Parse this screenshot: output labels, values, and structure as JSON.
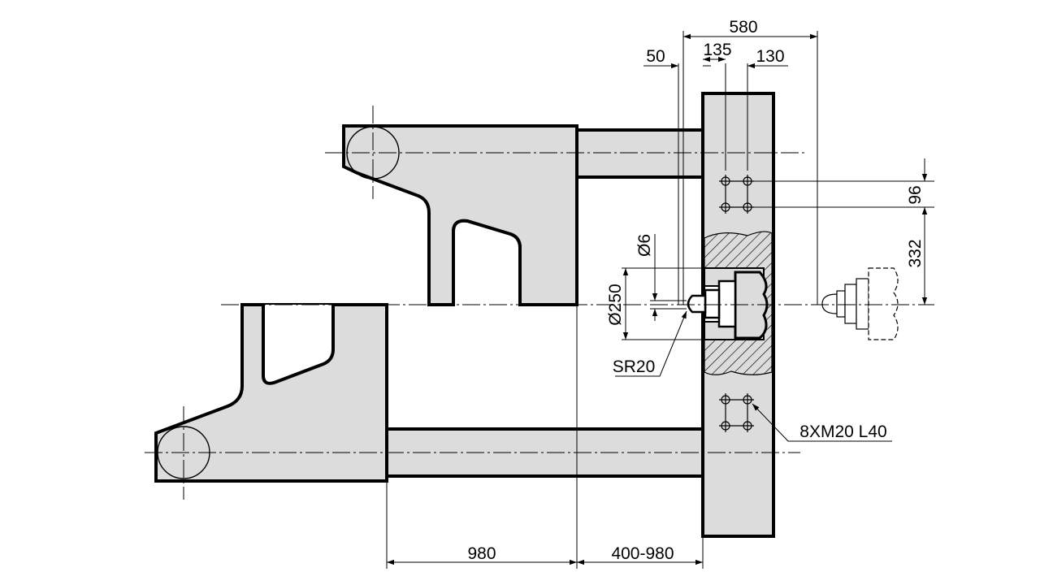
{
  "colors": {
    "part_fill": "#dcdcdc",
    "line": "#000000",
    "background": "#ffffff"
  },
  "dimensions": {
    "d580": "580",
    "d50": "50",
    "d135": "135",
    "d130": "130",
    "d96": "96",
    "d332": "332",
    "d6": "Ø6",
    "d250": "Ø250",
    "sr20": "SR20",
    "bolts": "8XM20 L40",
    "d980": "980",
    "d400_980": "400-980"
  }
}
